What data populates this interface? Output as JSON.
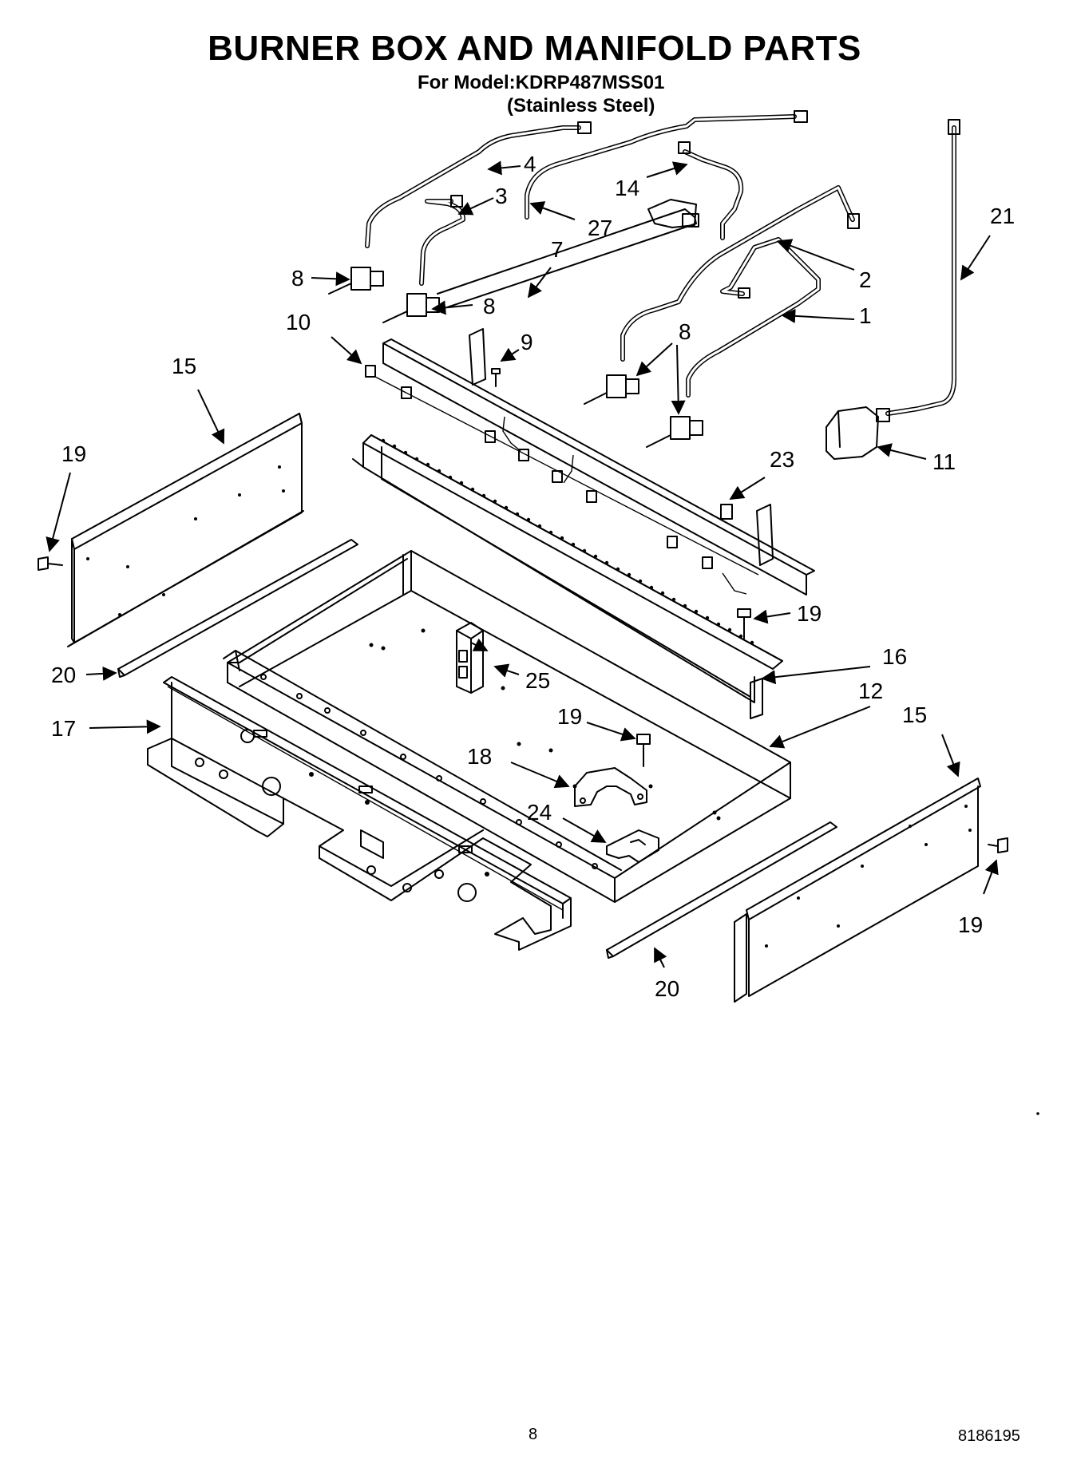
{
  "header": {
    "title": "BURNER BOX AND MANIFOLD PARTS",
    "model_line": "For Model:KDRP487MSS01",
    "finish_line": "(Stainless Steel)"
  },
  "footer": {
    "page_number": "8",
    "document_number": "8186195"
  },
  "callouts": {
    "c1": "1",
    "c2": "2",
    "c3": "3",
    "c4": "4",
    "c7": "7",
    "c8a": "8",
    "c8b": "8",
    "c8c": "8",
    "c9": "9",
    "c10": "10",
    "c11": "11",
    "c12": "12",
    "c14": "14",
    "c15a": "15",
    "c15b": "15",
    "c16": "16",
    "c17": "17",
    "c18": "18",
    "c19a": "19",
    "c19b": "19",
    "c19c": "19",
    "c19d": "19",
    "c20a": "20",
    "c20b": "20",
    "c21": "21",
    "c23": "23",
    "c24": "24",
    "c25": "25",
    "c27": "27"
  }
}
